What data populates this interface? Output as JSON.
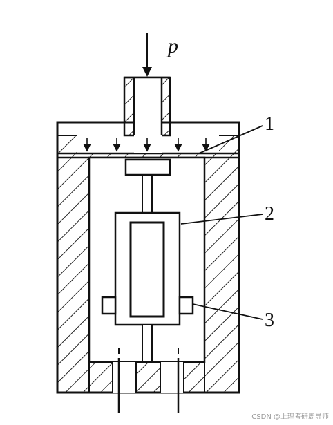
{
  "diagram": {
    "pressure_symbol": "p",
    "callouts": [
      "1",
      "2",
      "3"
    ]
  },
  "watermark": "CSDN @上理考研周导师"
}
